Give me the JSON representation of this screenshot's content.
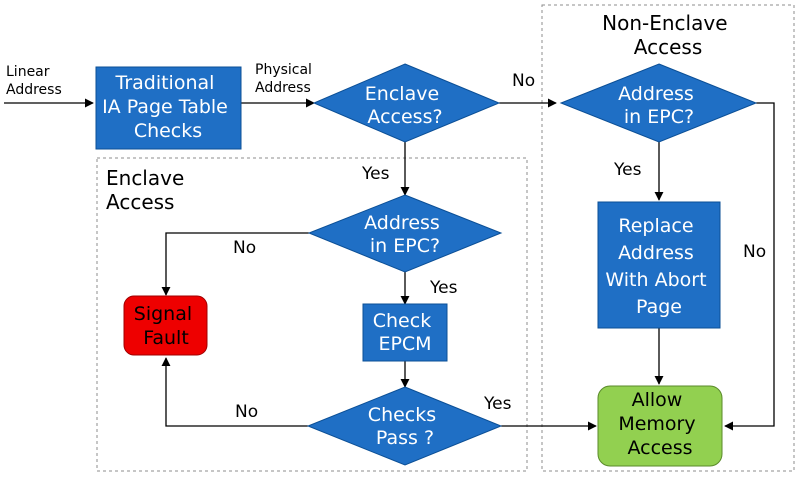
{
  "regions": {
    "enclave": [
      "Enclave",
      "Access"
    ],
    "non_enclave": [
      "Non-Enclave",
      "Access"
    ]
  },
  "inputs": {
    "linear_address": [
      "Linear",
      "Address"
    ],
    "physical_address": [
      "Physical",
      "Address"
    ]
  },
  "nodes": {
    "page_table_checks": [
      "Traditional",
      "IA Page Table",
      "Checks"
    ],
    "enclave_access_decision": [
      "Enclave",
      "Access?"
    ],
    "address_in_epc_enclave": [
      "Address",
      "in EPC?"
    ],
    "check_epcm": [
      "Check",
      "EPCM"
    ],
    "checks_pass": [
      "Checks",
      "Pass ?"
    ],
    "signal_fault": [
      "Signal",
      "Fault"
    ],
    "address_in_epc_non_enclave": [
      "Address",
      "in EPC?"
    ],
    "replace_address": [
      "Replace",
      "Address",
      "With Abort",
      "Page"
    ],
    "allow_memory_access": [
      "Allow",
      "Memory",
      "Access"
    ]
  },
  "edge_labels": {
    "enclave_yes": "Yes",
    "enclave_no": "No",
    "epc_enclave_no": "No",
    "epc_enclave_yes": "Yes",
    "checks_no": "No",
    "checks_yes": "Yes",
    "epc_non_enclave_yes": "Yes",
    "epc_non_enclave_no": "No"
  },
  "colors": {
    "process_fill": "#1f6fc5",
    "process_stroke": "#0b4f96",
    "fault_fill": "#ee0000",
    "allow_fill": "#92d050",
    "region_border": "#8c8c8c"
  }
}
